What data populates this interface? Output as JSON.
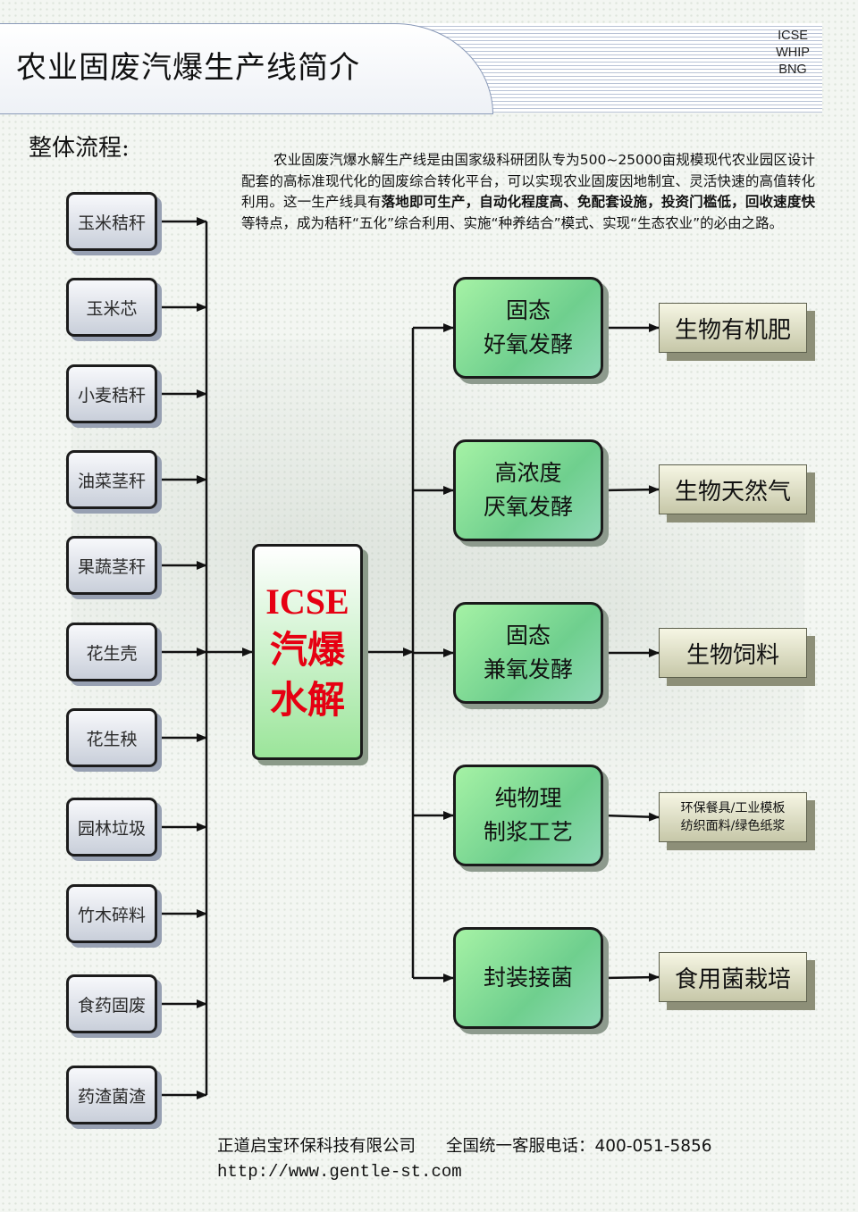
{
  "header": {
    "title": "农业固废汽爆生产线简介",
    "brand_lines": [
      "ICSE",
      "WHIP",
      "BNG"
    ]
  },
  "section_title": "整体流程:",
  "intro": {
    "p1": "农业固废汽爆水解生产线是由国家级科研团队专为500~25000亩规模现代农业园区设计配套的高标准现代化的固废综合转化平台，可以实现农业固废因地制宜、灵活快速的高值转化利用。这一生产线具有",
    "b1": "落地即可生产，自动化程度高、免配套设施，投资门槛低，回收速度快",
    "p2": "等特点，成为秸秆“五化”综合利用、实施“种养结合”模式、实现“生态农业”的必由之路。"
  },
  "diagram": {
    "sources": [
      "玉米秸秆",
      "玉米芯",
      "小麦秸秆",
      "油菜茎秆",
      "果蔬茎秆",
      "花生壳",
      "花生秧",
      "园林垃圾",
      "竹木碎料",
      "食药固废",
      "药渣菌渣"
    ],
    "core": {
      "line1": "ICSE",
      "line2": "汽爆",
      "line3": "水解"
    },
    "processes": [
      {
        "line1": "固态",
        "line2": "好氧发酵"
      },
      {
        "line1": "高浓度",
        "line2": "厌氧发酵"
      },
      {
        "line1": "固态",
        "line2": "兼氧发酵"
      },
      {
        "line1": "纯物理",
        "line2": "制浆工艺"
      },
      {
        "line1": "封装接菌",
        "line2": ""
      }
    ],
    "products": [
      {
        "line1": "生物有机肥",
        "line2": ""
      },
      {
        "line1": "生物天然气",
        "line2": ""
      },
      {
        "line1": "生物饲料",
        "line2": ""
      },
      {
        "line1": "环保餐具/工业模板",
        "line2": "纺织面料/绿色纸浆"
      },
      {
        "line1": "食用菌栽培",
        "line2": ""
      }
    ]
  },
  "footer": {
    "company": "正道启宝环保科技有限公司",
    "phone": "全国统一客服电话：400-051-5856",
    "url": "http://www.gentle-st.com"
  }
}
